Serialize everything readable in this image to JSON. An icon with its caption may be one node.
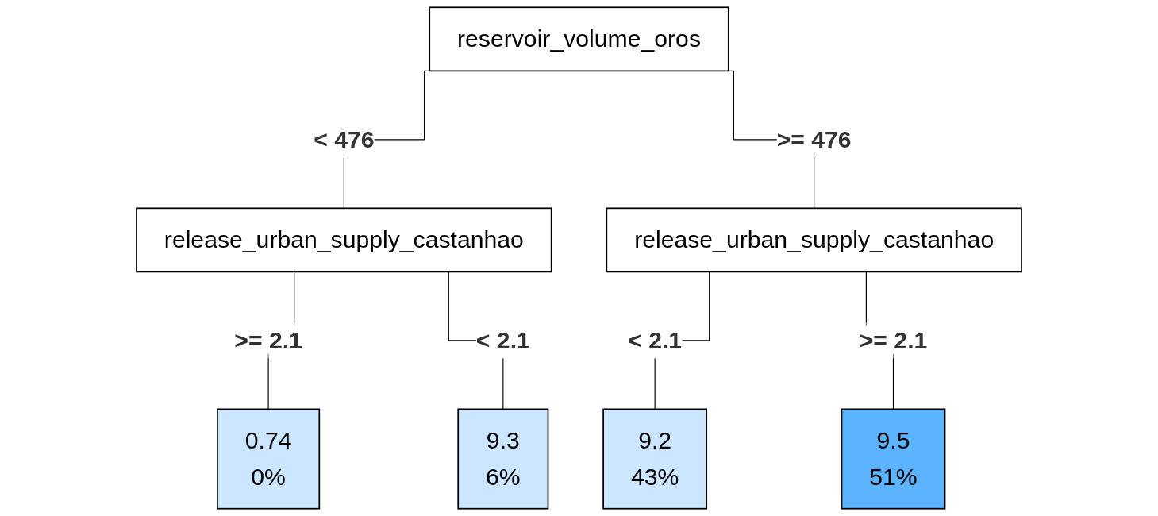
{
  "diagram": {
    "nodes": [
      {
        "text": [
          "reservoir_volume_oros"
        ]
      },
      {
        "text": [
          "release_urban_supply_castanhao"
        ]
      },
      {
        "text": [
          "release_urban_supply_castanhao"
        ]
      },
      {
        "text": [
          "0.74",
          "0%"
        ]
      },
      {
        "text": [
          "9.3",
          "6%"
        ]
      },
      {
        "text": [
          "9.2",
          "43%"
        ]
      },
      {
        "text": [
          "9.5",
          "51%"
        ]
      }
    ],
    "edges": [
      {
        "from": 0,
        "to": 1,
        "arrow": "none",
        "label": "< 476"
      },
      {
        "from": 0,
        "to": 2,
        "arrow": "none",
        "label": ">= 476"
      },
      {
        "from": 1,
        "to": 3,
        "arrow": "none",
        "label": ">= 2.1"
      },
      {
        "from": 1,
        "to": 4,
        "arrow": "none",
        "label": "< 2.1"
      },
      {
        "from": 2,
        "to": 5,
        "arrow": "none",
        "label": "< 2.1"
      },
      {
        "from": 2,
        "to": 6,
        "arrow": "none",
        "label": ">= 2.1"
      }
    ]
  }
}
